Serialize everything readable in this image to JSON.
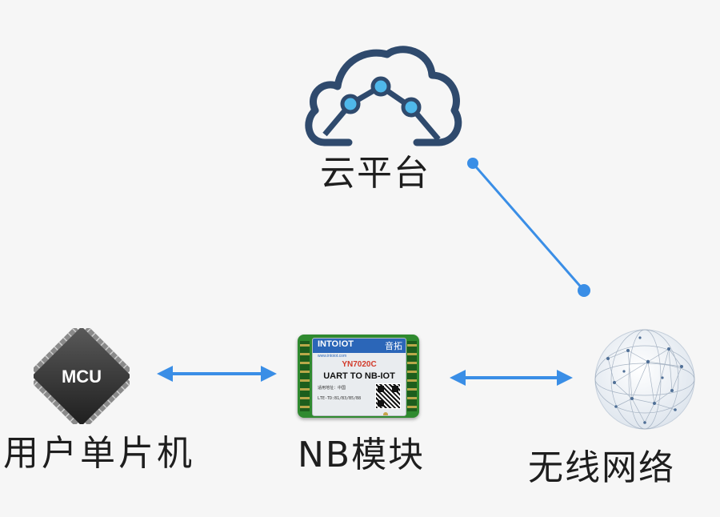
{
  "nodes": {
    "cloud": {
      "label": "云平台",
      "icon": "cloud-network-icon"
    },
    "mcu": {
      "label": "用户单片机",
      "chip_text": "MCU",
      "icon": "mcu-chip-icon"
    },
    "nb": {
      "label": "NB模块",
      "icon": "nb-module-board",
      "board": {
        "brand": "INTO!OT",
        "brand_cn": "音拓",
        "url": "www.intoiot.com",
        "model": "YN7020C",
        "title": "UART TO NB-IOT",
        "address": "适用地址：中国",
        "bands": "LTE-TD:B1/B3/B5/B8"
      }
    },
    "network": {
      "label": "无线网络",
      "icon": "globe-network-icon"
    }
  },
  "colors": {
    "arrow": "#3a8ee6",
    "cloud_outline": "#2f4a6d",
    "cloud_nodes": "#4fb8ea",
    "text": "#1e1e1e",
    "background": "#f6f6f6"
  },
  "edges": [
    {
      "from": "mcu",
      "to": "nb",
      "type": "bidirectional-arrow"
    },
    {
      "from": "nb",
      "to": "network",
      "type": "bidirectional-arrow"
    },
    {
      "from": "cloud",
      "to": "network",
      "type": "dot-line"
    }
  ]
}
